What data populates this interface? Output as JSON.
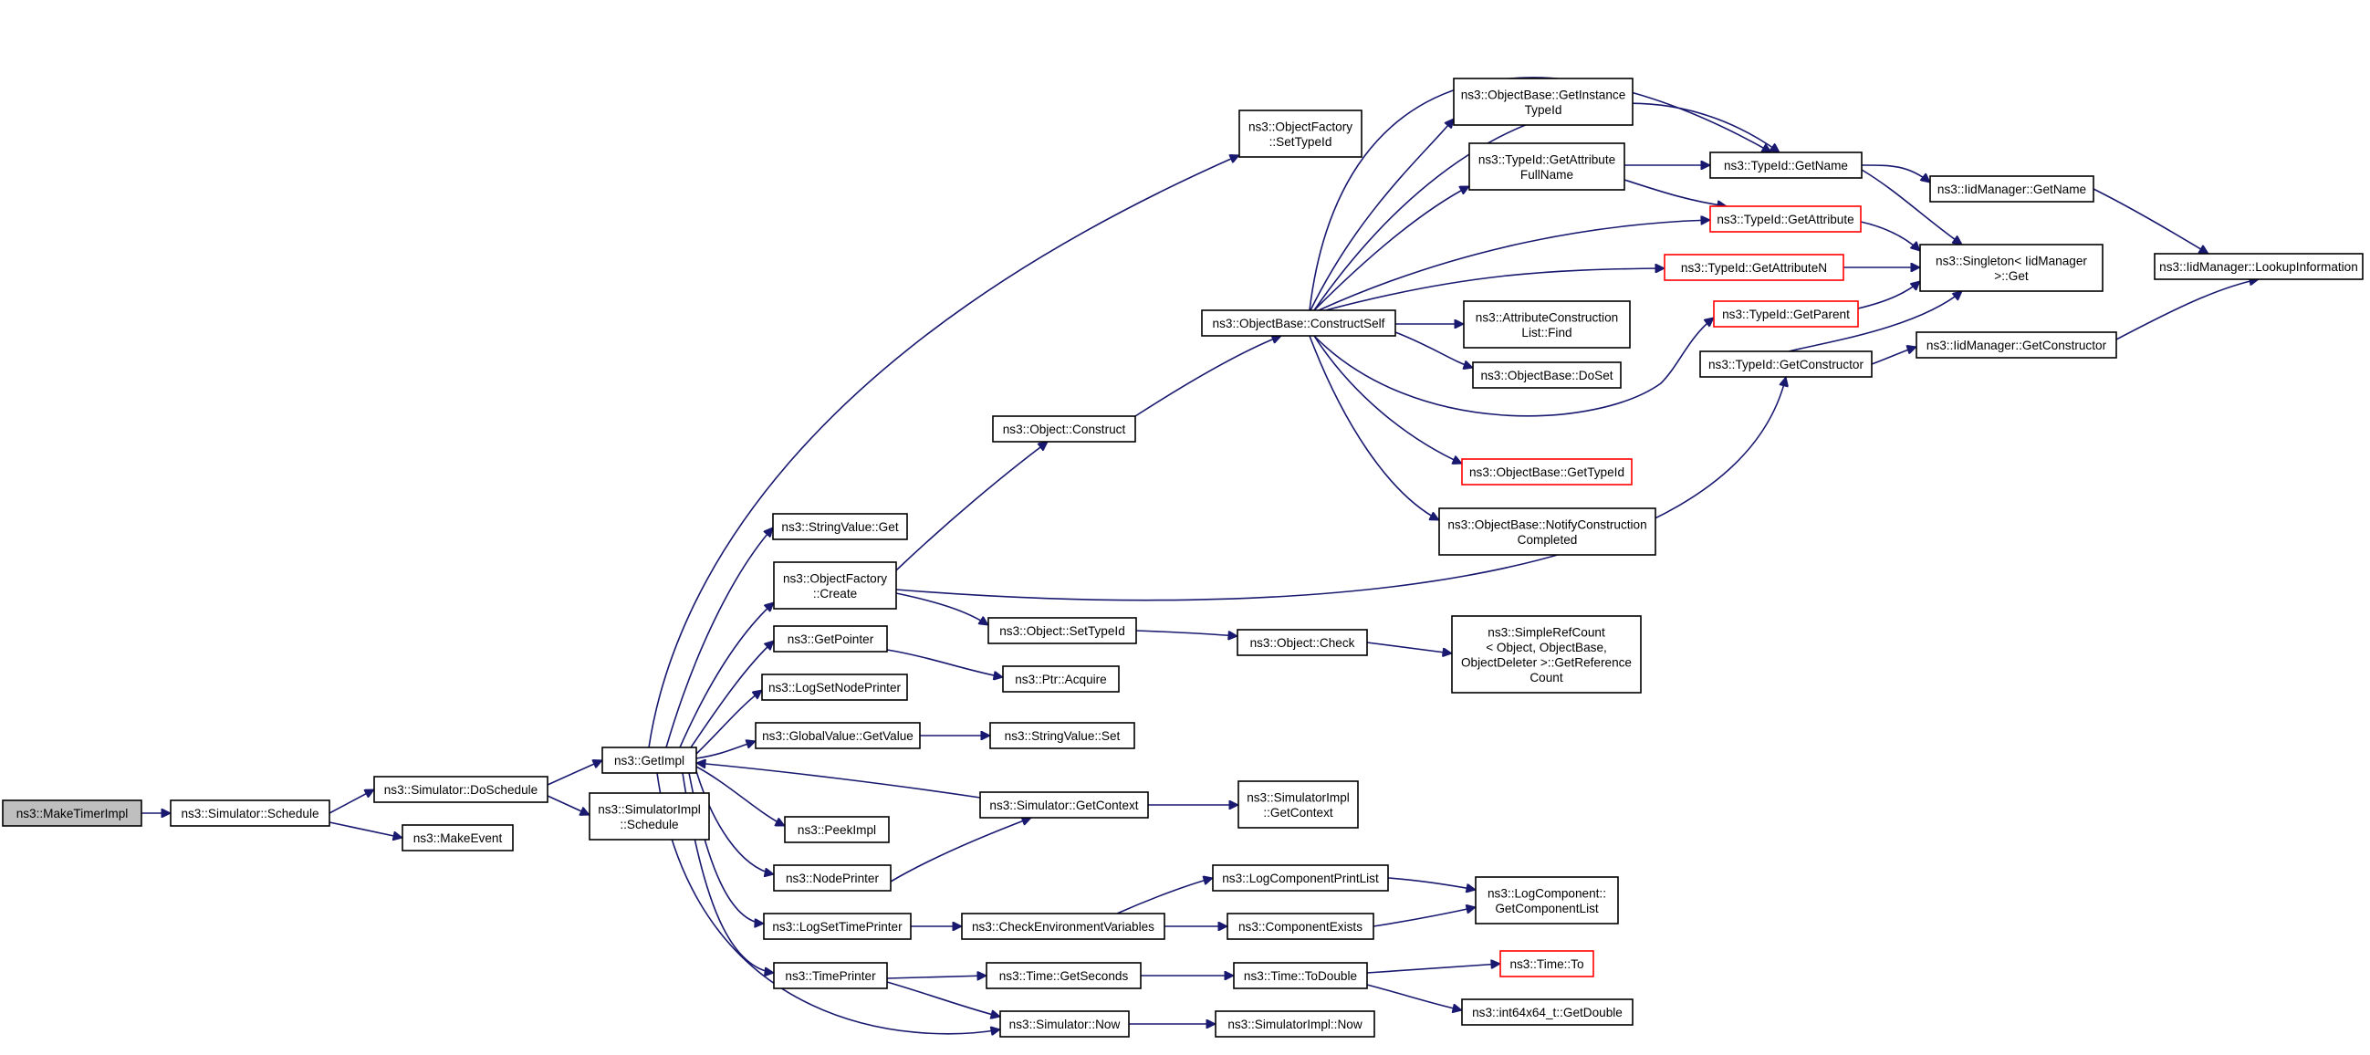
{
  "colors": {
    "edge": "#191970",
    "root_fill": "#bfbfbf",
    "truncated_border": "#ff0000",
    "node_border": "#000000"
  },
  "nodes": {
    "n0": {
      "lines": [
        "ns3::MakeTimerImpl"
      ],
      "style": "root"
    },
    "n1": {
      "lines": [
        "ns3::Simulator::Schedule"
      ]
    },
    "n2": {
      "lines": [
        "ns3::Simulator::DoSchedule"
      ]
    },
    "n3": {
      "lines": [
        "ns3::MakeEvent"
      ]
    },
    "n4": {
      "lines": [
        "ns3::GetImpl"
      ]
    },
    "n5": {
      "lines": [
        "ns3::SimulatorImpl",
        "::Schedule"
      ]
    },
    "n6": {
      "lines": [
        "ns3::ObjectFactory",
        "::SetTypeId"
      ]
    },
    "n7": {
      "lines": [
        "ns3::StringValue::Get"
      ]
    },
    "n8": {
      "lines": [
        "ns3::ObjectFactory",
        "::Create"
      ]
    },
    "n9": {
      "lines": [
        "ns3::GetPointer"
      ]
    },
    "n10": {
      "lines": [
        "ns3::LogSetNodePrinter"
      ]
    },
    "n11": {
      "lines": [
        "ns3::GlobalValue::GetValue"
      ]
    },
    "n12": {
      "lines": [
        "ns3::PeekImpl"
      ]
    },
    "n13": {
      "lines": [
        "ns3::NodePrinter"
      ]
    },
    "n14": {
      "lines": [
        "ns3::LogSetTimePrinter"
      ]
    },
    "n15": {
      "lines": [
        "ns3::TimePrinter"
      ]
    },
    "n16": {
      "lines": [
        "ns3::Object::Construct"
      ]
    },
    "n17": {
      "lines": [
        "ns3::Object::SetTypeId"
      ]
    },
    "n18": {
      "lines": [
        "ns3::Ptr::Acquire"
      ]
    },
    "n19": {
      "lines": [
        "ns3::StringValue::Set"
      ]
    },
    "n20": {
      "lines": [
        "ns3::Simulator::GetContext"
      ]
    },
    "n21": {
      "lines": [
        "ns3::CheckEnvironmentVariables"
      ]
    },
    "n22": {
      "lines": [
        "ns3::Time::GetSeconds"
      ]
    },
    "n23": {
      "lines": [
        "ns3::Simulator::Now"
      ]
    },
    "n24": {
      "lines": [
        "ns3::ObjectBase::ConstructSelf"
      ]
    },
    "n25": {
      "lines": [
        "ns3::Object::Check"
      ]
    },
    "n26": {
      "lines": [
        "ns3::SimulatorImpl",
        "::GetContext"
      ]
    },
    "n27": {
      "lines": [
        "ns3::LogComponentPrintList"
      ]
    },
    "n28": {
      "lines": [
        "ns3::ComponentExists"
      ]
    },
    "n29": {
      "lines": [
        "ns3::Time::ToDouble"
      ]
    },
    "n30": {
      "lines": [
        "ns3::SimulatorImpl::Now"
      ]
    },
    "n31": {
      "lines": [
        "ns3::ObjectBase::GetInstance",
        "TypeId"
      ]
    },
    "n32": {
      "lines": [
        "ns3::TypeId::GetAttribute",
        "FullName"
      ]
    },
    "n33": {
      "lines": [
        "ns3::AttributeConstruction",
        "List::Find"
      ]
    },
    "n34": {
      "lines": [
        "ns3::ObjectBase::DoSet"
      ]
    },
    "n35": {
      "lines": [
        "ns3::ObjectBase::GetTypeId"
      ],
      "style": "trunc"
    },
    "n36": {
      "lines": [
        "ns3::ObjectBase::NotifyConstruction",
        "Completed"
      ]
    },
    "n37": {
      "lines": [
        "ns3::SimpleRefCount",
        "< Object, ObjectBase,",
        "ObjectDeleter >::GetReference",
        "Count"
      ]
    },
    "n38": {
      "lines": [
        "ns3::LogComponent::",
        "GetComponentList"
      ]
    },
    "n39": {
      "lines": [
        "ns3::Time::To"
      ],
      "style": "trunc"
    },
    "n40": {
      "lines": [
        "ns3::int64x64_t::GetDouble"
      ]
    },
    "n41": {
      "lines": [
        "ns3::TypeId::GetName"
      ]
    },
    "n42": {
      "lines": [
        "ns3::TypeId::GetAttribute"
      ],
      "style": "trunc"
    },
    "n43": {
      "lines": [
        "ns3::TypeId::GetAttributeN"
      ],
      "style": "trunc"
    },
    "n44": {
      "lines": [
        "ns3::TypeId::GetParent"
      ],
      "style": "trunc"
    },
    "n45": {
      "lines": [
        "ns3::TypeId::GetConstructor"
      ]
    },
    "n46": {
      "lines": [
        "ns3::Singleton< IidManager",
        ">::Get"
      ]
    },
    "n47": {
      "lines": [
        "ns3::IidManager::GetName"
      ]
    },
    "n48": {
      "lines": [
        "ns3::IidManager::GetConstructor"
      ]
    },
    "n49": {
      "lines": [
        "ns3::IidManager::LookupInformation"
      ]
    }
  }
}
